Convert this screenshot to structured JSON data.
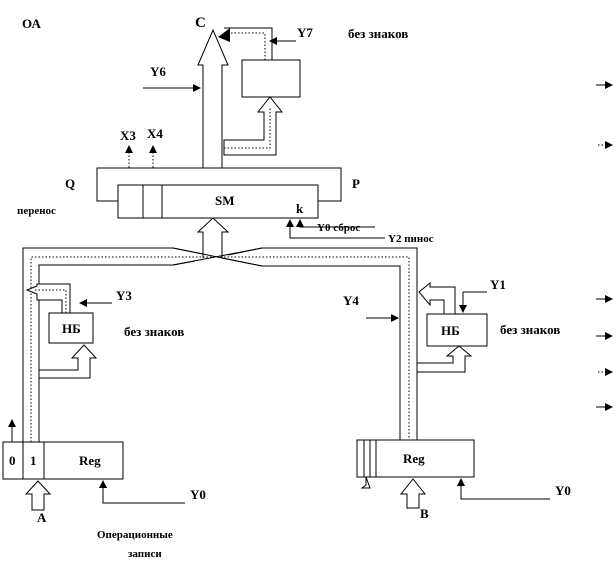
{
  "labels": {
    "oa": "ОА",
    "c": "С",
    "y7": "Y7",
    "bez_znakov_top": "без знаков",
    "y6": "Y6",
    "x3": "X3",
    "x4": "X4",
    "q": "Q",
    "p": "P",
    "perenos": "перенос",
    "sm": "SM",
    "k": "k",
    "y0_sbros": "Y0 сброс",
    "y2_pinos": "Y2 пинос",
    "y3": "Y3",
    "nb_left": "НБ",
    "bez_znakov_left": "без знаков",
    "y1": "Y1",
    "y4": "Y4",
    "nb_right": "НБ",
    "bez_znakov_right": "без знаков",
    "bit0": "0",
    "bit1": "1",
    "reg_left": "Reg",
    "reg_right": "Reg",
    "y0_left": "Y0",
    "y0_right": "Y0",
    "a": "A",
    "b": "B",
    "operatsionnye": "Операционные",
    "zapisi": "записи"
  }
}
